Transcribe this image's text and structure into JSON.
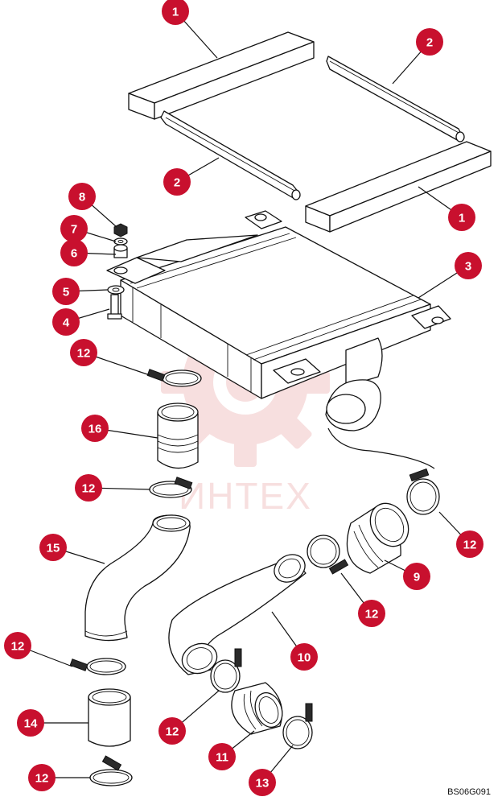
{
  "watermark": {
    "text": "ИНТЕХ",
    "color": "#f2c6c6"
  },
  "callout_color": "#c8102e",
  "drawing_code": "BS06G091",
  "callouts": [
    {
      "id": "c1a",
      "label": "1"
    },
    {
      "id": "c2a",
      "label": "2"
    },
    {
      "id": "c2b",
      "label": "2"
    },
    {
      "id": "c1b",
      "label": "1"
    },
    {
      "id": "c3",
      "label": "3"
    },
    {
      "id": "c8",
      "label": "8"
    },
    {
      "id": "c7",
      "label": "7"
    },
    {
      "id": "c6",
      "label": "6"
    },
    {
      "id": "c5",
      "label": "5"
    },
    {
      "id": "c4",
      "label": "4"
    },
    {
      "id": "c12a",
      "label": "12"
    },
    {
      "id": "c16",
      "label": "16"
    },
    {
      "id": "c12b",
      "label": "12"
    },
    {
      "id": "c15",
      "label": "15"
    },
    {
      "id": "c12c",
      "label": "12"
    },
    {
      "id": "c9",
      "label": "9"
    },
    {
      "id": "c12d",
      "label": "12"
    },
    {
      "id": "c10",
      "label": "10"
    },
    {
      "id": "c12e",
      "label": "12"
    },
    {
      "id": "c14",
      "label": "14"
    },
    {
      "id": "c12f",
      "label": "12"
    },
    {
      "id": "c11",
      "label": "11"
    },
    {
      "id": "c13",
      "label": "13"
    },
    {
      "id": "c12g",
      "label": "12"
    }
  ]
}
